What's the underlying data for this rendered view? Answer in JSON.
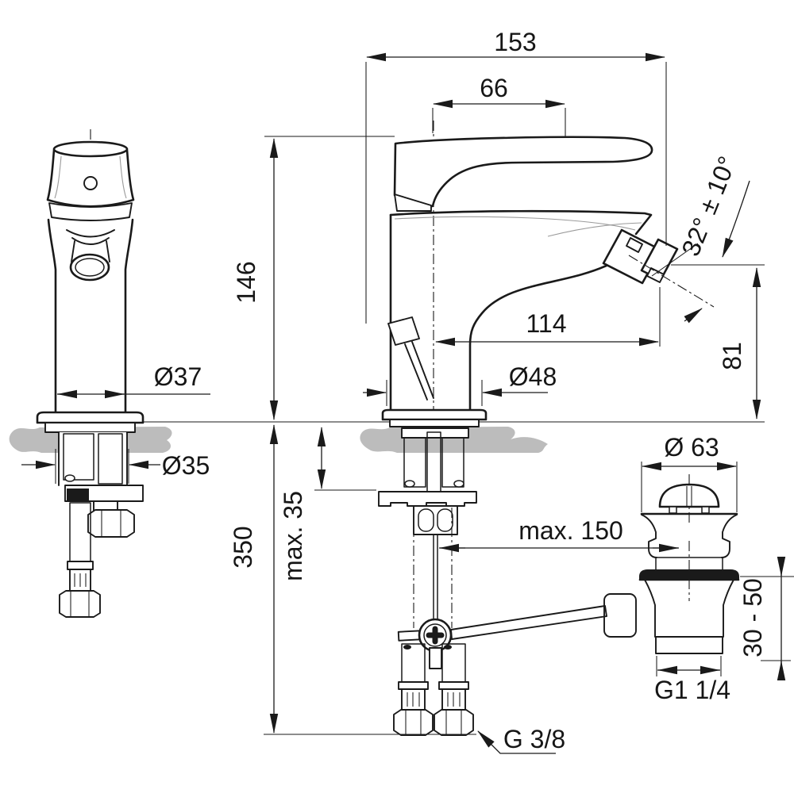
{
  "drawing": {
    "colors": {
      "line": "#1a1a1a",
      "counter_fill": "#bcbcbc",
      "background": "#ffffff",
      "accent_gray": "#9a9a9a"
    },
    "dimensions": {
      "total_width": "153",
      "handle_length": "66",
      "height_above_deck": "146",
      "spout_projection": "114",
      "base_diameter": "Ø48",
      "body_diameter": "Ø37",
      "shank_diameter": "Ø35",
      "hose_length": "350",
      "deck_thickness": "max. 35",
      "rod_reach": "max. 150",
      "waste_flange_diameter": "Ø 63",
      "basin_thickness_range": "30 - 50",
      "waste_thread": "G1 1/4",
      "hose_thread": "G 3/8",
      "outlet_height": "81",
      "spout_angle": "32° ± 10°"
    }
  }
}
